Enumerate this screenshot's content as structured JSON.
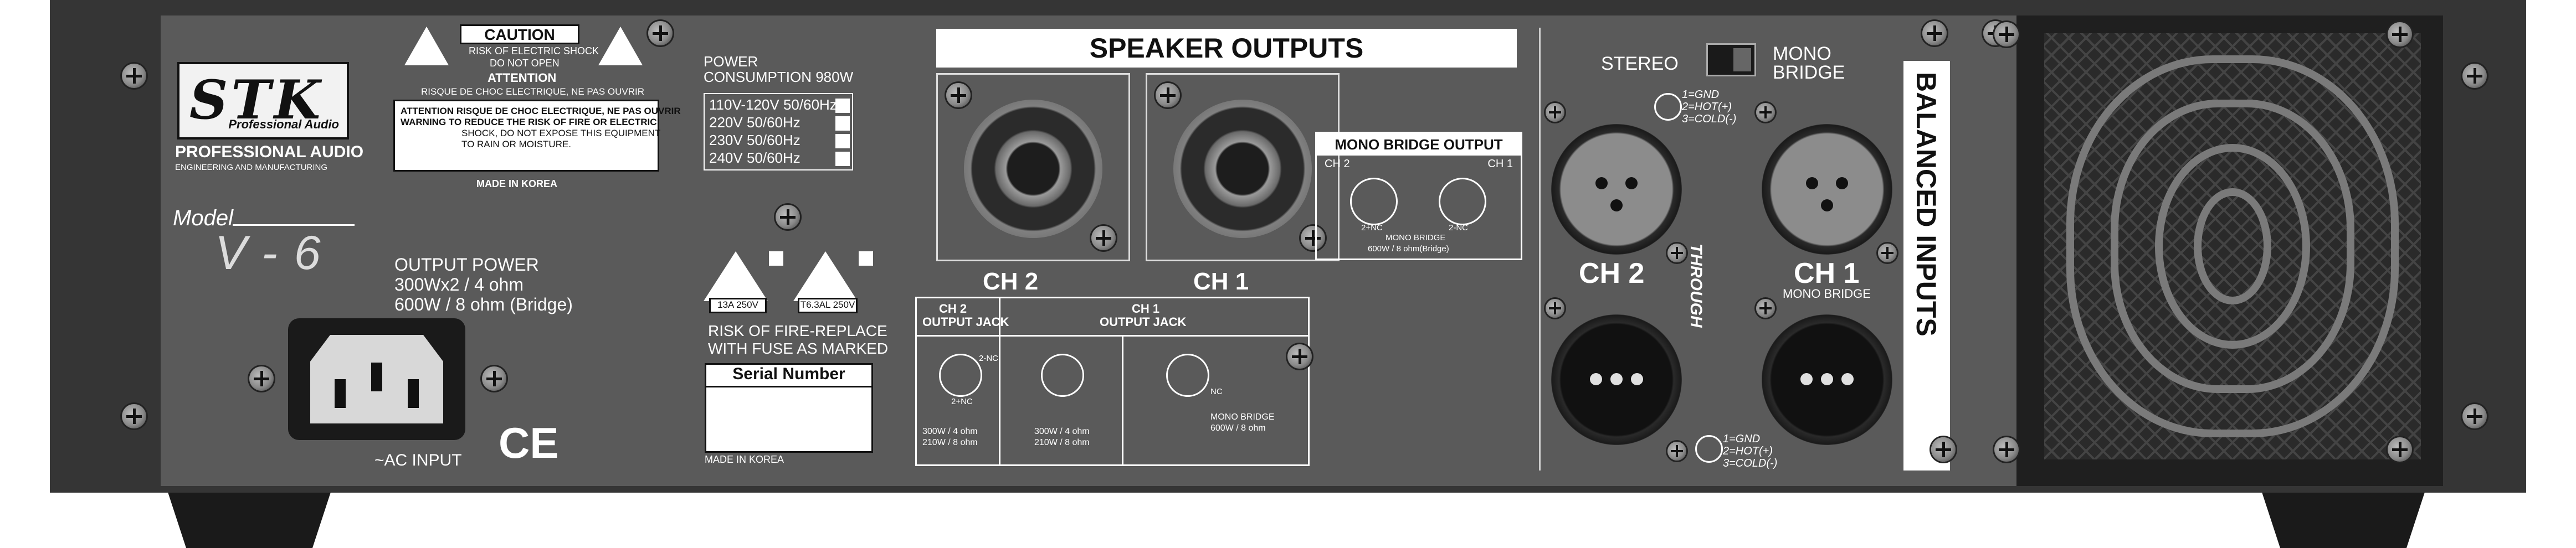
{
  "brand": {
    "logo_text": "STK",
    "logo_sub": "Professional Audio",
    "line1": "PROFESSIONAL AUDIO",
    "line2": "ENGINEERING AND MANUFACTURING"
  },
  "caution": {
    "title": "CAUTION",
    "line1": "RISK OF ELECTRIC SHOCK",
    "line2": "DO NOT OPEN",
    "attention": "ATTENTION",
    "attention_fr": "RISQUE DE CHOC ELECTRIQUE, NE PAS OUVRIR",
    "box_line1": "ATTENTION  RISQUE DE CHOC ELECTRIQUE, NE PAS OUVRIR",
    "box_line2": "WARNING  TO REDUCE THE RISK OF FIRE OR ELECTRIC",
    "box_line3": "SHOCK, DO NOT EXPOSE THIS EQUIPMENT",
    "box_line4": "TO RAIN OR MOISTURE.",
    "made_in": "MADE IN KOREA"
  },
  "model": {
    "label": "Model",
    "name": "V-6"
  },
  "output_power": {
    "title": "OUTPUT POWER",
    "line1": "300Wx2 / 4 ohm",
    "line2": "600W   / 8 ohm (Bridge)"
  },
  "ac_input_label": "~AC INPUT",
  "ce_mark": "CE",
  "power_consumption": {
    "title1": "POWER",
    "title2": "CONSUMPTION 980W",
    "options": [
      "110V-120V 50/60Hz",
      "220V 50/60Hz",
      "230V 50/60Hz",
      "240V 50/60Hz"
    ]
  },
  "fuse": {
    "left": "13A 250V",
    "right": "T6.3AL 250V",
    "warning1": "RISK OF FIRE-REPLACE",
    "warning2": "WITH FUSE AS MARKED"
  },
  "serial": {
    "label": "Serial Number",
    "made_in": "MADE IN KOREA"
  },
  "speaker_outputs": {
    "title": "SPEAKER OUTPUTS",
    "ch2": "CH 2",
    "ch1": "CH 1",
    "mono_title": "MONO BRIDGE OUTPUT",
    "mono_ch2": "CH 2",
    "mono_ch1": "CH 1",
    "mono_footer1": "MONO BRIDGE",
    "mono_footer2": "600W / 8 ohm(Bridge)",
    "mono_nc": "2+NC",
    "mono_nc2": "2-NC"
  },
  "output_jack": {
    "ch2_title1": "CH 2",
    "ch2_title2": "OUTPUT JACK",
    "ch1_title1": "CH 1",
    "ch1_title2": "OUTPUT JACK",
    "ch2_spec1": "300W / 4 ohm",
    "ch2_spec2": "210W / 8 ohm",
    "ch1_spec1": "300W / 4 ohm",
    "ch1_spec2": "210W / 8 ohm",
    "mono_spec1": "MONO BRIDGE",
    "mono_spec2": "600W / 8 ohm",
    "nc_minus": "2-NC",
    "nc_plus": "2+NC",
    "nc": "NC"
  },
  "inputs": {
    "stereo": "STEREO",
    "mono": "MONO",
    "bridge": "BRIDGE",
    "pin1": "1=GND",
    "pin2": "2=HOT(+)",
    "pin3": "3=COLD(-)",
    "ch2": "CH 2",
    "ch1": "CH 1",
    "ch1_sub": "MONO BRIDGE",
    "through": "THROUGH",
    "balanced": "BALANCED INPUTS"
  }
}
